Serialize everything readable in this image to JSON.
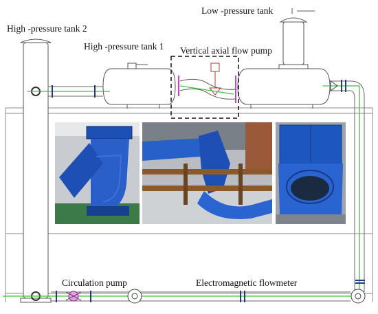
{
  "labels": {
    "low_pressure_tank": "Low -pressure tank",
    "high_pressure_tank_2": "High -pressure tank 2",
    "high_pressure_tank_1": "High -pressure tank 1",
    "vertical_axial_flow_pump": "Vertical axial flow pump",
    "circulation_pump": "Circulation pump",
    "electromagnetic_flowmeter": "Electromagnetic flowmeter"
  },
  "photos": [
    {
      "name": "elbow-inlet-photo",
      "subject": "blue elbow pipe section on floor"
    },
    {
      "name": "pump-installation-photo",
      "subject": "blue pump piping in lab frame"
    },
    {
      "name": "outlet-duct-photo",
      "subject": "blue square-to-round duct"
    }
  ],
  "colors": {
    "frame_line": "#8a8a8a",
    "flow_line": "#3cc43c",
    "flange_blue": "#1f3a8a",
    "pump_highlight": "#d23cd2",
    "photo_blue": "#1e4fb4"
  }
}
